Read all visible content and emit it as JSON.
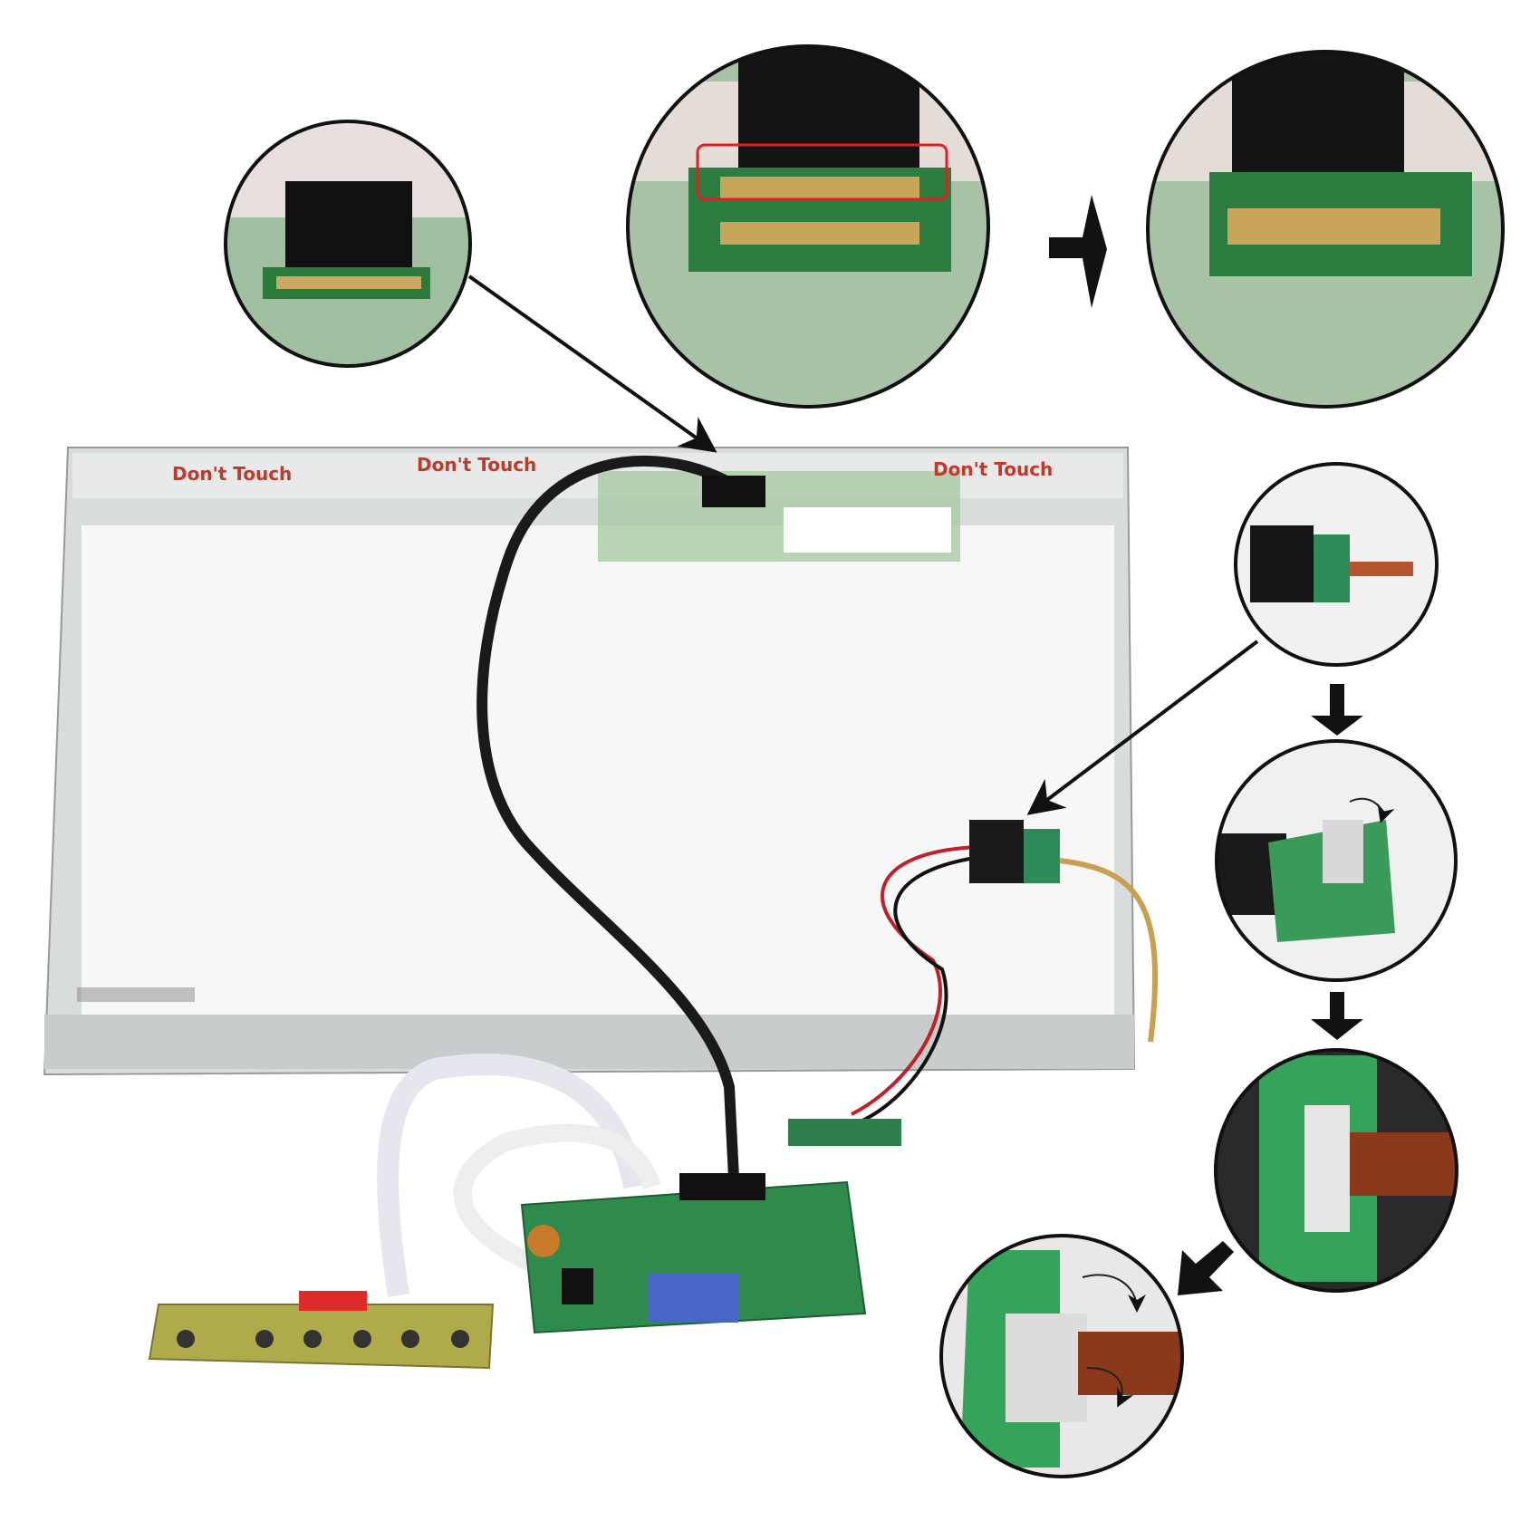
{
  "panel": {
    "warning_labels": [
      "Don't Touch",
      "Don't Touch",
      "Don't Touch"
    ],
    "highlight_color": "#e02020"
  },
  "icons": {
    "step_arrow": "arrow-right-icon",
    "down_arrow": "arrow-down-icon",
    "rotate_arrow": "rotate-arrow-icon"
  }
}
